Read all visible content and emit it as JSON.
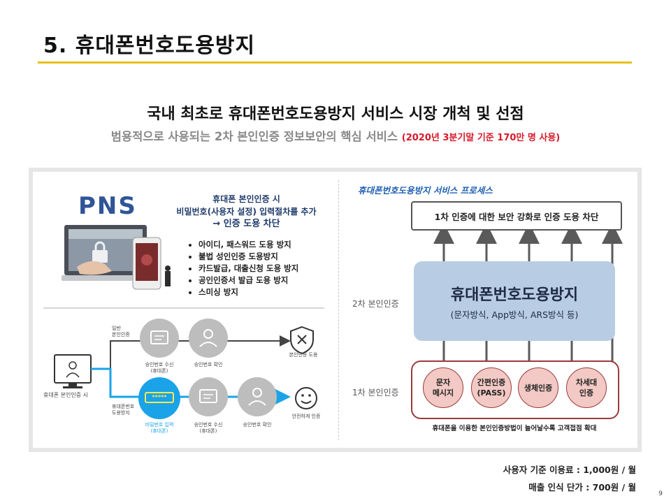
{
  "slide": {
    "title": "5. 휴대폰번호도용방지",
    "headline": "국내 최초로 휴대폰번호도용방지 서비스 시장 개척 및 선점",
    "subline": "범용적으로 사용되는 2차 본인인증 정보보안의 핵심 서비스",
    "subline_note": "(2020년 3분기말 기준 170만 명 사용)",
    "page_number": "9"
  },
  "left_panel": {
    "logo": "PNS",
    "callout_line1": "휴대폰 본인인증 시",
    "callout_line2": "비밀번호(사용자 설정) 입력절차를 추가",
    "callout_line3": "→ 인증 도용 차단",
    "bullets": [
      "아이디, 패스워드 도용 방지",
      "불법 성인인증 도용방지",
      "카드발급, 대출신청 도용 방지",
      "공인인증서 발급 도용 방지",
      "스미싱 방지"
    ],
    "flow": {
      "start_label": "휴대폰 본인인증 시",
      "branch_top_1": "일반",
      "branch_top_2": "본인인증",
      "branch_bottom_1": "휴대폰번호",
      "branch_bottom_2": "도용방지",
      "top_step1_1": "승인번호 수신",
      "top_step1_2": "(휴대폰)",
      "top_step2": "승인번호 확인",
      "top_result": "본인인증 도용",
      "bottom_step1_1": "비밀번호 입력",
      "bottom_step1_2": "(휴대폰)",
      "bottom_step2_1": "승인번호 수신",
      "bottom_step2_2": "(휴대폰)",
      "bottom_step3": "승인번호 확인",
      "bottom_result": "안전하게 인증",
      "password_mask": "*****"
    }
  },
  "right_panel": {
    "title": "휴대폰번호도용방지 서비스 프로세스",
    "top_box": "1차 인증에 대한 보안 강화로 인증 도용 차단",
    "second_auth_label": "2차 본인인증",
    "main_box_title": "휴대폰번호도용방지",
    "main_box_sub": "(문자방식, App방식, ARS방식 등)",
    "first_auth_label": "1차 본인인증",
    "methods": [
      {
        "line1": "문자",
        "line2": "메시지"
      },
      {
        "line1": "간편인증",
        "line2": "(PASS)"
      },
      {
        "line1": "생체인증",
        "line2": ""
      },
      {
        "line1": "차세대",
        "line2": "인증"
      }
    ],
    "footer": "휴대폰을 이용한 본인인증방법이 늘어날수록 고객접점 확대"
  },
  "pricing": {
    "line1": "사용자 기준 이용료 : 1,000원 / 월",
    "line2": "매출 인식 단가 :   700원 / 월"
  },
  "colors": {
    "accent_yellow": "#e8c01a",
    "note_red": "#d7192a",
    "navy_text": "#1f3a6b",
    "blue_box": "#b8cce4",
    "method_circle": "#f2c9c4",
    "method_border": "#9b3a3a",
    "flow_blue": "#1aa3e8",
    "flow_gray": "#bdbdbd"
  }
}
